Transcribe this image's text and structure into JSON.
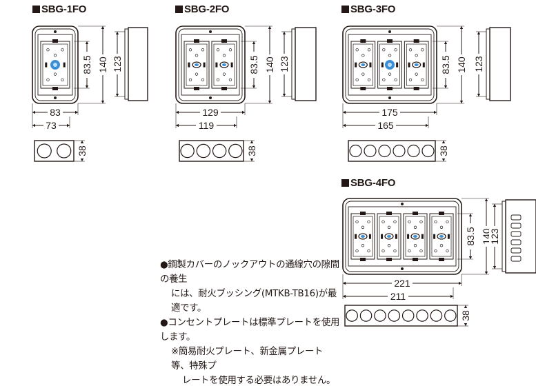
{
  "models": [
    {
      "name": "SBG-1FO",
      "gangs": 1,
      "width": "83",
      "inner_width": "73",
      "plate_pitch": "83.5",
      "height": "140",
      "depth_height": "123",
      "depth": "38",
      "knockouts": 2
    },
    {
      "name": "SBG-2FO",
      "gangs": 2,
      "width": "129",
      "inner_width": "119",
      "plate_pitch": "83.5",
      "height": "140",
      "depth_height": "123",
      "depth": "38",
      "knockouts": 4
    },
    {
      "name": "SBG-3FO",
      "gangs": 3,
      "width": "175",
      "inner_width": "165",
      "plate_pitch": "83.5",
      "height": "140",
      "depth_height": "123",
      "depth": "38",
      "knockouts": 6
    },
    {
      "name": "SBG-4FO",
      "gangs": 4,
      "width": "221",
      "inner_width": "211",
      "plate_pitch": "83.5",
      "height": "140",
      "depth_height": "123",
      "depth": "38",
      "knockouts": 8
    }
  ],
  "notes": {
    "line1": "●鋼製カバーのノックアウトの通線穴の隙間の養生",
    "line1b": "には、耐火ブッシング(MTKB-TB16)が最適です。",
    "line2": "●コンセントプレートは標準プレートを使用します。",
    "line3": "※簡易耐火プレート、新金属プレート等、特殊プ",
    "line3b": "レートを使用する必要はありません。"
  },
  "colors": {
    "ink": "#231815",
    "accent": "#3b8fd6"
  }
}
